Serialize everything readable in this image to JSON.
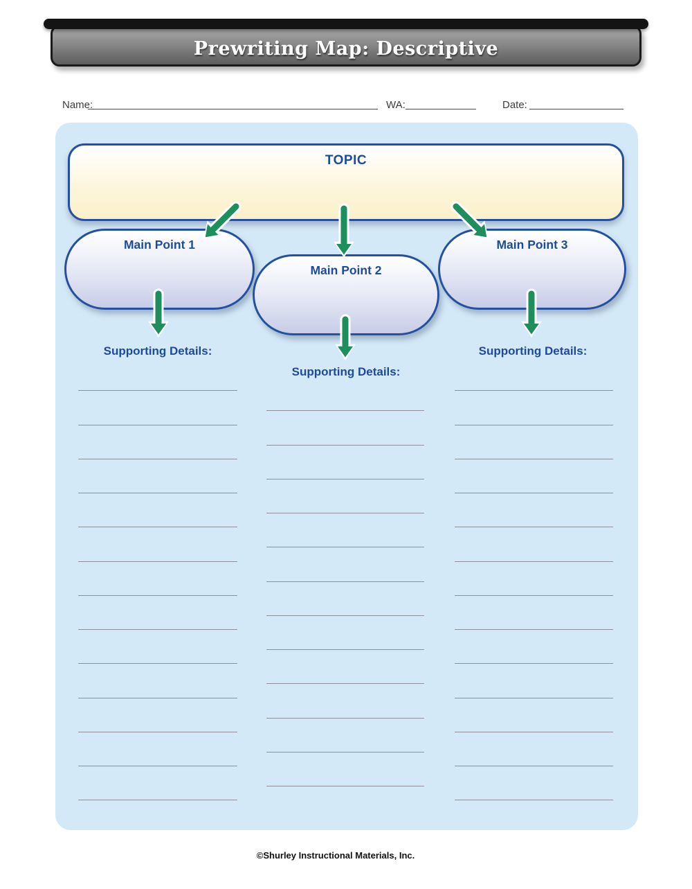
{
  "header": {
    "title": "Prewriting Map: Descriptive"
  },
  "form": {
    "name_label": "Name:",
    "name_value": "",
    "wa_label": "WA:",
    "wa_value": "",
    "date_label": "Date:",
    "date_value": ""
  },
  "map": {
    "topic": {
      "label": "TOPIC",
      "value": ""
    },
    "main_points": [
      {
        "label": "Main Point 1",
        "value": ""
      },
      {
        "label": "Main Point 2",
        "value": ""
      },
      {
        "label": "Main Point 3",
        "value": ""
      }
    ],
    "columns": [
      {
        "heading": "Supporting Details:",
        "blank_line_count": 13
      },
      {
        "heading": "Supporting Details:",
        "blank_line_count": 12
      },
      {
        "heading": "Supporting Details:",
        "blank_line_count": 13
      }
    ]
  },
  "footer": {
    "copyright": "©Shurley Instructional Materials, Inc."
  },
  "colors": {
    "accent_blue": "#1d4b9c",
    "shape_border_blue": "#24509f",
    "arrow_green": "#1e8e5d",
    "panel_blue": "#d4e9f7",
    "topic_cream": "#fcf0ca",
    "oval_lavender": "#c7cde7",
    "line_gray": "#8e9298"
  }
}
